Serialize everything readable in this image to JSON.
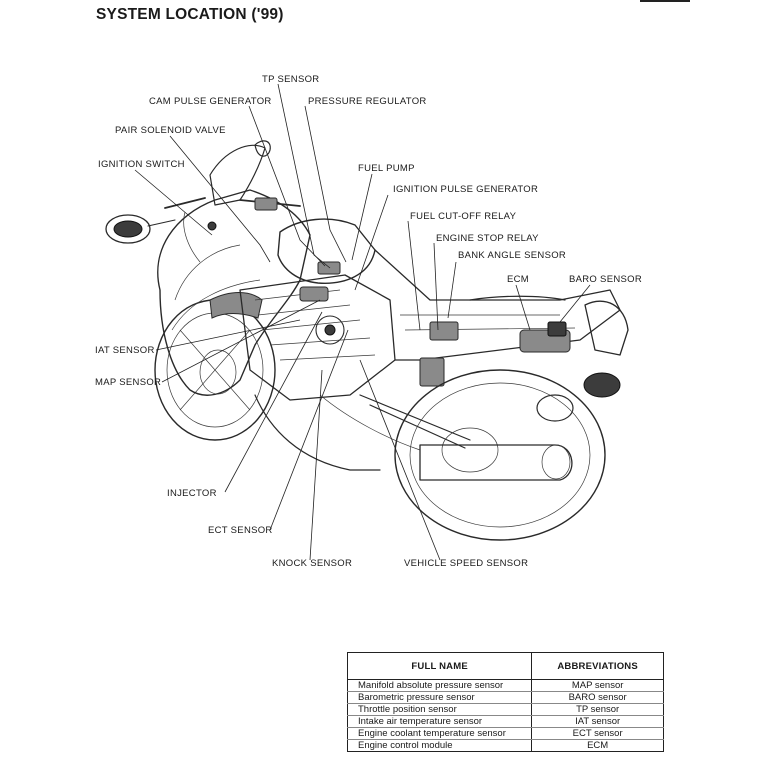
{
  "title": "SYSTEM LOCATION ('99)",
  "labels": {
    "tp_sensor": "TP SENSOR",
    "cam_pulse_generator": "CAM PULSE GENERATOR",
    "pressure_regulator": "PRESSURE REGULATOR",
    "pair_solenoid_valve": "PAIR SOLENOID VALVE",
    "ignition_switch": "IGNITION SWITCH",
    "fuel_pump": "FUEL PUMP",
    "ignition_pulse_generator": "IGNITION PULSE GENERATOR",
    "fuel_cut_off_relay": "FUEL CUT-OFF RELAY",
    "engine_stop_relay": "ENGINE STOP RELAY",
    "bank_angle_sensor": "BANK ANGLE SENSOR",
    "ecm": "ECM",
    "baro_sensor": "BARO SENSOR",
    "iat_sensor": "IAT SENSOR",
    "map_sensor": "MAP SENSOR",
    "injector": "INJECTOR",
    "ect_sensor": "ECT SENSOR",
    "knock_sensor": "KNOCK SENSOR",
    "vehicle_speed_sensor": "VEHICLE SPEED SENSOR"
  },
  "table": {
    "headers": [
      "FULL NAME",
      "ABBREVIATIONS"
    ],
    "rows": [
      {
        "full_name": "Manifold absolute pressure sensor",
        "abbr": "MAP sensor"
      },
      {
        "full_name": "Barometric pressure sensor",
        "abbr": "BARO sensor"
      },
      {
        "full_name": "Throttle position sensor",
        "abbr": "TP sensor"
      },
      {
        "full_name": "Intake air temperature sensor",
        "abbr": "IAT sensor"
      },
      {
        "full_name": "Engine coolant temperature sensor",
        "abbr": "ECT sensor"
      },
      {
        "full_name": "Engine control module",
        "abbr": "ECM"
      }
    ]
  }
}
